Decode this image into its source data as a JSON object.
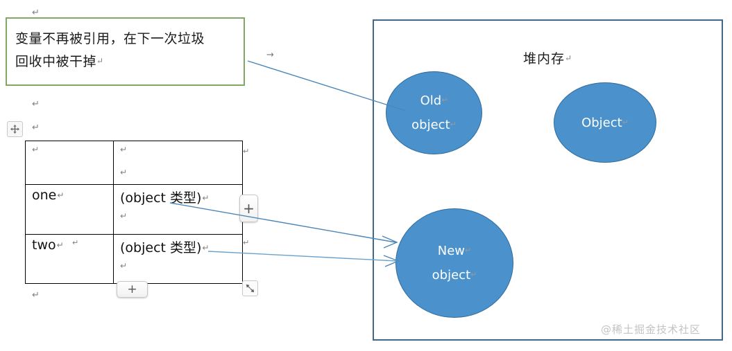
{
  "callout": {
    "line1": "变量不再被引用，在下一次垃圾",
    "line2": "回收中被干掉",
    "pilcrow": "↵",
    "border_color": "#7fa864"
  },
  "table": {
    "rows": [
      {
        "name": "",
        "value": ""
      },
      {
        "name": "one",
        "value": "(object 类型)"
      },
      {
        "name": "two",
        "value": "(object 类型)"
      }
    ],
    "pilcrow": "↵",
    "insert_column_label": "+",
    "insert_row_label": "+",
    "move_handle_icon": "move-cross-icon",
    "resize_handle_icon": "diagonal-resize-icon"
  },
  "heap": {
    "title": "堆内存",
    "title_pilcrow": "↵",
    "border_color": "#41678a",
    "bubbles": [
      {
        "id": "old",
        "line1": "Old",
        "line2": "object",
        "fill": "#4b92cc"
      },
      {
        "id": "object",
        "line1": "Object",
        "line2": "",
        "fill": "#4b92cc"
      },
      {
        "id": "new",
        "line1": "New",
        "line2": "object",
        "fill": "#4b92cc"
      }
    ]
  },
  "connectors": {
    "color": "#4a86b8",
    "items": [
      {
        "name": "callout-to-old-object",
        "arrow": false
      },
      {
        "name": "one-value-to-new-object",
        "arrow": true
      },
      {
        "name": "two-value-to-new-object",
        "arrow": true
      }
    ]
  },
  "marks": {
    "pilcrow": "↵",
    "tab_arrow": "→"
  },
  "watermark": {
    "text": "@稀土掘金技术社区"
  }
}
